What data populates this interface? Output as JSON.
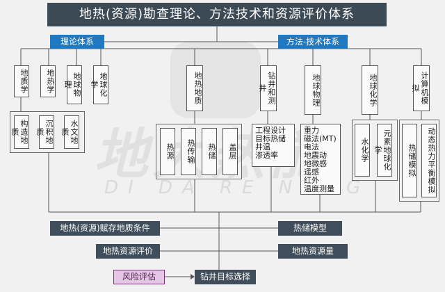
{
  "title": "地热(资源)勘查理论、方法技术和资源评价体系",
  "theory_header": "理论体系",
  "method_header": "方法-技术体系",
  "watermark": {
    "main": "地大热能",
    "sub": "DI DA RE NENG"
  },
  "columns": {
    "c1": "地质学",
    "c2": "地热学",
    "c3": "地球物理",
    "c4": "地球化学",
    "c5": "地热地质",
    "c6": "钻井和测井",
    "c7": "地球物理",
    "c8": "地球化学",
    "c9": "计算机模拟"
  },
  "geo_sub": [
    "构造地质",
    "沉积地质",
    "水文地质"
  ],
  "thermal_sub": [
    "热源",
    "热传输",
    "热储",
    "盖层"
  ],
  "drilling_detail": "工程设计\n目标热储\n井温\n渗透率",
  "geophysics_detail": "重力\n磁法(MT)\n电法\n地震动\n地微感\n遥感\n红外\n温度测量",
  "geochem_sub": [
    "水化学",
    "元素地球化学"
  ],
  "sim_sub": [
    "热储模拟",
    "动态热力平衡模拟"
  ],
  "bottom": {
    "conditions": "地热(资源)赋存地质条件",
    "reservoir_model": "热储模型",
    "evaluation": "地热资源评价",
    "resource_amount": "地热资源量",
    "risk": "风险评估",
    "target": "钻井目标选择"
  }
}
